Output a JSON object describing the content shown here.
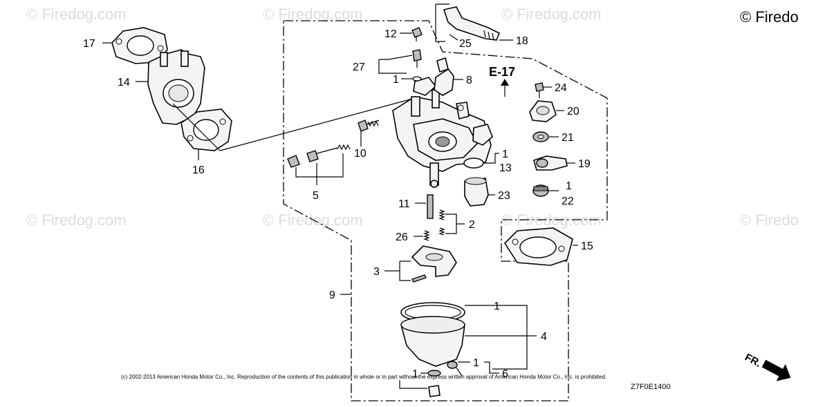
{
  "watermark": "© Firedog.com",
  "copyright_corner": "© Firedo",
  "copyright_corner_2": "© Firedo",
  "reference_label": "E-17",
  "footer_notice": "(c) 2002-2013 American Honda Motor Co., Inc. Reproduction of the contents of this publication in whole or in part without the express written approval of American Honda Motor Co., Inc. is prohibited.",
  "diagram_code": "Z7F0E1400",
  "front_marker": "FR.",
  "callouts": {
    "c1": "1",
    "c2": "2",
    "c3": "3",
    "c4": "4",
    "c5": "5",
    "c6": "6",
    "c8": "8",
    "c9": "9",
    "c10": "10",
    "c11": "11",
    "c12": "12",
    "c13": "13",
    "c14": "14",
    "c15": "15",
    "c16": "16",
    "c17": "17",
    "c18": "18",
    "c19": "19",
    "c20": "20",
    "c21": "21",
    "c22": "22",
    "c23": "23",
    "c24": "24",
    "c25": "25",
    "c26": "26",
    "c27": "27"
  }
}
